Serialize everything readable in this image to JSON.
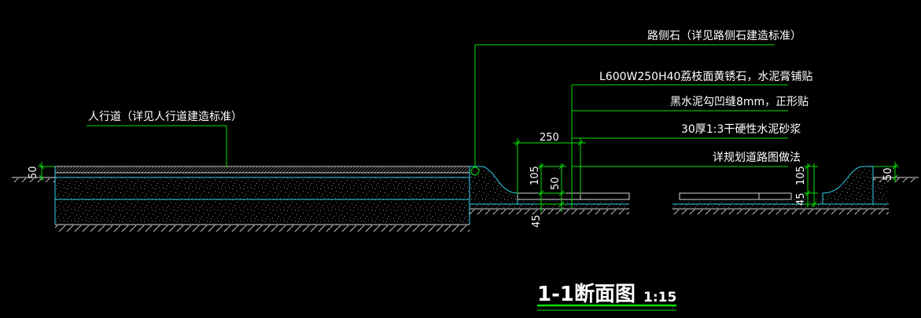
{
  "annotations": {
    "curbstone": "路侧石（详见路侧石建造标准）",
    "sidewalk": "人行道（详见人行道建造标准）",
    "paving_stone": "L600W250H40荔枝面黄锈石，水泥膏铺贴",
    "joint": "黑水泥勾凹缝8mm，正形贴",
    "mortar": "30厚1:3干硬性水泥砂浆",
    "base": "详规划道路图做法"
  },
  "dimensions": {
    "d250": "250",
    "d105_left": "105",
    "d50_left": "50",
    "d45_left": "45",
    "d105_right": "105",
    "d45_right": "45",
    "d50_edge_left": "50",
    "d50_edge_right": "50"
  },
  "title": {
    "name": "1-1断面图",
    "scale": "1:15"
  },
  "colors": {
    "background": "#000000",
    "leader": "#00e000",
    "outline": "#2fd4ea",
    "text": "#ffffff"
  }
}
